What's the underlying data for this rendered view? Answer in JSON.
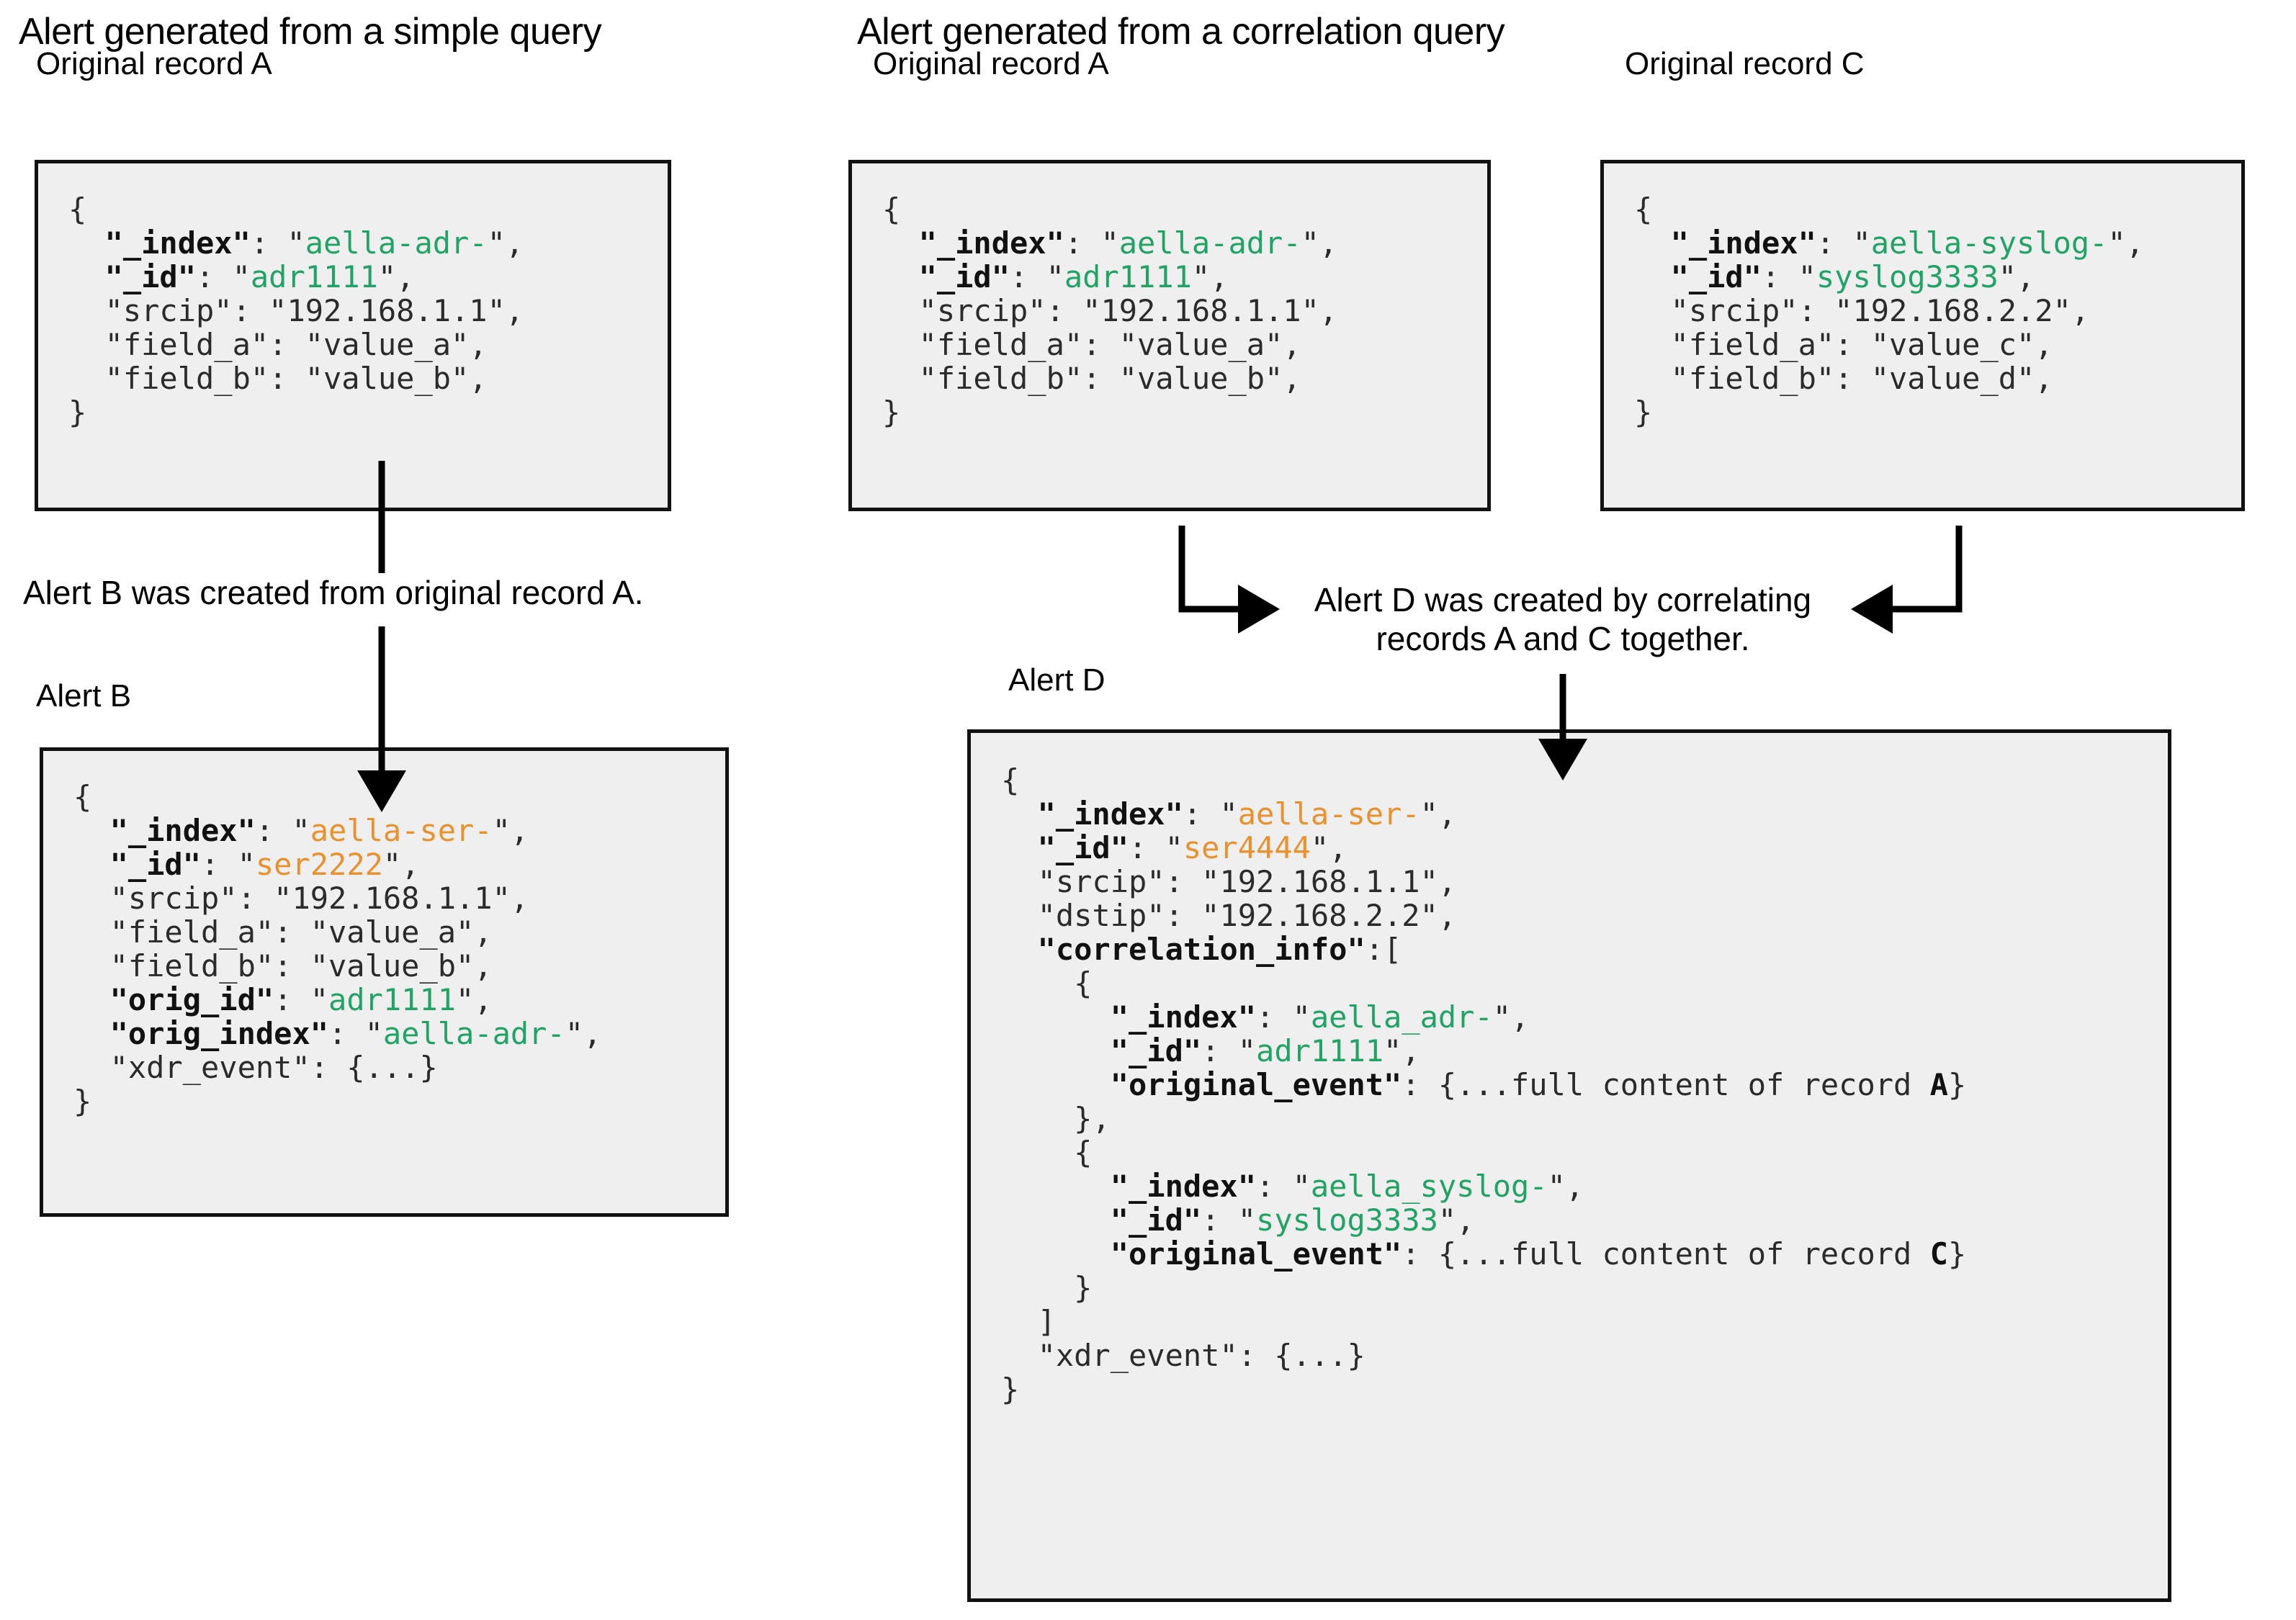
{
  "sections": {
    "left_title": "Alert generated from a simple query",
    "right_title": "Alert generated from a correlation query"
  },
  "labels": {
    "record_a_left": "Original record A",
    "record_a_right": "Original record A",
    "record_c": "Original record C",
    "alert_b": "Alert B",
    "alert_d": "Alert D"
  },
  "captions": {
    "simple": "Alert B was created from original record A.",
    "correlation": "Alert D was created by correlating\nrecords A and C together."
  },
  "colors": {
    "original_index": "#21a366",
    "alert_index": "#e8912d",
    "box_fill": "#efefef",
    "box_border": "#111111",
    "text": "#2b2b2b"
  },
  "records": {
    "record_a": {
      "title": "Original record A",
      "lines": [
        {
          "indent": 0,
          "parts": [
            {
              "t": "{",
              "c": "p"
            }
          ]
        },
        {
          "indent": 1,
          "parts": [
            {
              "t": "\"_index\"",
              "c": "k"
            },
            {
              "t": ": ",
              "c": "p"
            },
            {
              "t": "\"",
              "c": "p"
            },
            {
              "t": "aella-adr-",
              "c": "g"
            },
            {
              "t": "\",",
              "c": "p"
            }
          ]
        },
        {
          "indent": 1,
          "parts": [
            {
              "t": "\"_id\"",
              "c": "k"
            },
            {
              "t": ": ",
              "c": "p"
            },
            {
              "t": "\"",
              "c": "p"
            },
            {
              "t": "adr1111",
              "c": "g"
            },
            {
              "t": "\",",
              "c": "p"
            }
          ]
        },
        {
          "indent": 1,
          "parts": [
            {
              "t": "\"srcip\": \"192.168.1.1\",",
              "c": "p"
            }
          ]
        },
        {
          "indent": 1,
          "parts": [
            {
              "t": "\"field_a\": \"value_a\",",
              "c": "p"
            }
          ]
        },
        {
          "indent": 1,
          "parts": [
            {
              "t": "\"field_b\": \"value_b\",",
              "c": "p"
            }
          ]
        },
        {
          "indent": 0,
          "parts": [
            {
              "t": "}",
              "c": "p"
            }
          ]
        }
      ]
    },
    "record_c": {
      "title": "Original record C",
      "lines": [
        {
          "indent": 0,
          "parts": [
            {
              "t": "{",
              "c": "p"
            }
          ]
        },
        {
          "indent": 1,
          "parts": [
            {
              "t": "\"_index\"",
              "c": "k"
            },
            {
              "t": ": ",
              "c": "p"
            },
            {
              "t": "\"",
              "c": "p"
            },
            {
              "t": "aella-syslog-",
              "c": "g"
            },
            {
              "t": "\",",
              "c": "p"
            }
          ]
        },
        {
          "indent": 1,
          "parts": [
            {
              "t": "\"_id\"",
              "c": "k"
            },
            {
              "t": ": ",
              "c": "p"
            },
            {
              "t": "\"",
              "c": "p"
            },
            {
              "t": "syslog3333",
              "c": "g"
            },
            {
              "t": "\",",
              "c": "p"
            }
          ]
        },
        {
          "indent": 1,
          "parts": [
            {
              "t": "\"srcip\": \"192.168.2.2\",",
              "c": "p"
            }
          ]
        },
        {
          "indent": 1,
          "parts": [
            {
              "t": "\"field_a\": \"value_c\",",
              "c": "p"
            }
          ]
        },
        {
          "indent": 1,
          "parts": [
            {
              "t": "\"field_b\": \"value_d\",",
              "c": "p"
            }
          ]
        },
        {
          "indent": 0,
          "parts": [
            {
              "t": "}",
              "c": "p"
            }
          ]
        }
      ]
    },
    "alert_b": {
      "title": "Alert B",
      "lines": [
        {
          "indent": 0,
          "parts": [
            {
              "t": "{",
              "c": "p"
            }
          ]
        },
        {
          "indent": 1,
          "parts": [
            {
              "t": "\"_index\"",
              "c": "k"
            },
            {
              "t": ": ",
              "c": "p"
            },
            {
              "t": "\"",
              "c": "p"
            },
            {
              "t": "aella-ser-",
              "c": "o"
            },
            {
              "t": "\",",
              "c": "p"
            }
          ]
        },
        {
          "indent": 1,
          "parts": [
            {
              "t": "\"_id\"",
              "c": "k"
            },
            {
              "t": ": ",
              "c": "p"
            },
            {
              "t": "\"",
              "c": "p"
            },
            {
              "t": "ser2222",
              "c": "o"
            },
            {
              "t": "\",",
              "c": "p"
            }
          ]
        },
        {
          "indent": 1,
          "parts": [
            {
              "t": "\"srcip\": \"192.168.1.1\",",
              "c": "p"
            }
          ]
        },
        {
          "indent": 1,
          "parts": [
            {
              "t": "\"field_a\": \"value_a\",",
              "c": "p"
            }
          ]
        },
        {
          "indent": 1,
          "parts": [
            {
              "t": "\"field_b\": \"value_b\",",
              "c": "p"
            }
          ]
        },
        {
          "indent": 1,
          "parts": [
            {
              "t": "\"orig_id\"",
              "c": "k"
            },
            {
              "t": ": ",
              "c": "p"
            },
            {
              "t": "\"",
              "c": "p"
            },
            {
              "t": "adr1111",
              "c": "g"
            },
            {
              "t": "\",",
              "c": "p"
            }
          ]
        },
        {
          "indent": 1,
          "parts": [
            {
              "t": "\"orig_index\"",
              "c": "k"
            },
            {
              "t": ": ",
              "c": "p"
            },
            {
              "t": "\"",
              "c": "p"
            },
            {
              "t": "aella-adr-",
              "c": "g"
            },
            {
              "t": "\",",
              "c": "p"
            }
          ]
        },
        {
          "indent": 1,
          "parts": [
            {
              "t": "\"xdr_event\": {...}",
              "c": "p"
            }
          ]
        },
        {
          "indent": 0,
          "parts": [
            {
              "t": "}",
              "c": "p"
            }
          ]
        }
      ]
    },
    "alert_d": {
      "title": "Alert D",
      "lines": [
        {
          "indent": 0,
          "parts": [
            {
              "t": "{",
              "c": "p"
            }
          ]
        },
        {
          "indent": 1,
          "parts": [
            {
              "t": "\"_index\"",
              "c": "k"
            },
            {
              "t": ": ",
              "c": "p"
            },
            {
              "t": "\"",
              "c": "p"
            },
            {
              "t": "aella-ser-",
              "c": "o"
            },
            {
              "t": "\",",
              "c": "p"
            }
          ]
        },
        {
          "indent": 1,
          "parts": [
            {
              "t": "\"_id\"",
              "c": "k"
            },
            {
              "t": ": ",
              "c": "p"
            },
            {
              "t": "\"",
              "c": "p"
            },
            {
              "t": "ser4444",
              "c": "o"
            },
            {
              "t": "\",",
              "c": "p"
            }
          ]
        },
        {
          "indent": 1,
          "parts": [
            {
              "t": "\"srcip\": \"192.168.1.1\",",
              "c": "p"
            }
          ]
        },
        {
          "indent": 1,
          "parts": [
            {
              "t": "\"dstip\": \"192.168.2.2\",",
              "c": "p"
            }
          ]
        },
        {
          "indent": 1,
          "parts": [
            {
              "t": "\"correlation_info\"",
              "c": "k"
            },
            {
              "t": ":[",
              "c": "p"
            }
          ]
        },
        {
          "indent": 2,
          "parts": [
            {
              "t": "{",
              "c": "p"
            }
          ]
        },
        {
          "indent": 3,
          "parts": [
            {
              "t": "\"_index\"",
              "c": "k"
            },
            {
              "t": ": ",
              "c": "p"
            },
            {
              "t": "\"",
              "c": "p"
            },
            {
              "t": "aella_adr-",
              "c": "g"
            },
            {
              "t": "\",",
              "c": "p"
            }
          ]
        },
        {
          "indent": 3,
          "parts": [
            {
              "t": "\"_id\"",
              "c": "k"
            },
            {
              "t": ": ",
              "c": "p"
            },
            {
              "t": "\"",
              "c": "p"
            },
            {
              "t": "adr1111",
              "c": "g"
            },
            {
              "t": "\",",
              "c": "p"
            }
          ]
        },
        {
          "indent": 3,
          "parts": [
            {
              "t": "\"original_event\"",
              "c": "k"
            },
            {
              "t": ": {...full content of record ",
              "c": "p"
            },
            {
              "t": "A",
              "c": "b"
            },
            {
              "t": "}",
              "c": "p"
            }
          ]
        },
        {
          "indent": 2,
          "parts": [
            {
              "t": "},",
              "c": "p"
            }
          ]
        },
        {
          "indent": 2,
          "parts": [
            {
              "t": "{",
              "c": "p"
            }
          ]
        },
        {
          "indent": 3,
          "parts": [
            {
              "t": "\"_index\"",
              "c": "k"
            },
            {
              "t": ": ",
              "c": "p"
            },
            {
              "t": "\"",
              "c": "p"
            },
            {
              "t": "aella_syslog-",
              "c": "g"
            },
            {
              "t": "\",",
              "c": "p"
            }
          ]
        },
        {
          "indent": 3,
          "parts": [
            {
              "t": "\"_id\"",
              "c": "k"
            },
            {
              "t": ": ",
              "c": "p"
            },
            {
              "t": "\"",
              "c": "p"
            },
            {
              "t": "syslog3333",
              "c": "g"
            },
            {
              "t": "\",",
              "c": "p"
            }
          ]
        },
        {
          "indent": 3,
          "parts": [
            {
              "t": "\"original_event\"",
              "c": "k"
            },
            {
              "t": ": {...full content of record ",
              "c": "p"
            },
            {
              "t": "C",
              "c": "b"
            },
            {
              "t": "}",
              "c": "p"
            }
          ]
        },
        {
          "indent": 2,
          "parts": [
            {
              "t": "}",
              "c": "p"
            }
          ]
        },
        {
          "indent": 1,
          "parts": [
            {
              "t": "]",
              "c": "p"
            }
          ]
        },
        {
          "indent": 1,
          "parts": [
            {
              "t": "\"xdr_event\": {...}",
              "c": "p"
            }
          ]
        },
        {
          "indent": 0,
          "parts": [
            {
              "t": "}",
              "c": "p"
            }
          ]
        }
      ]
    }
  }
}
